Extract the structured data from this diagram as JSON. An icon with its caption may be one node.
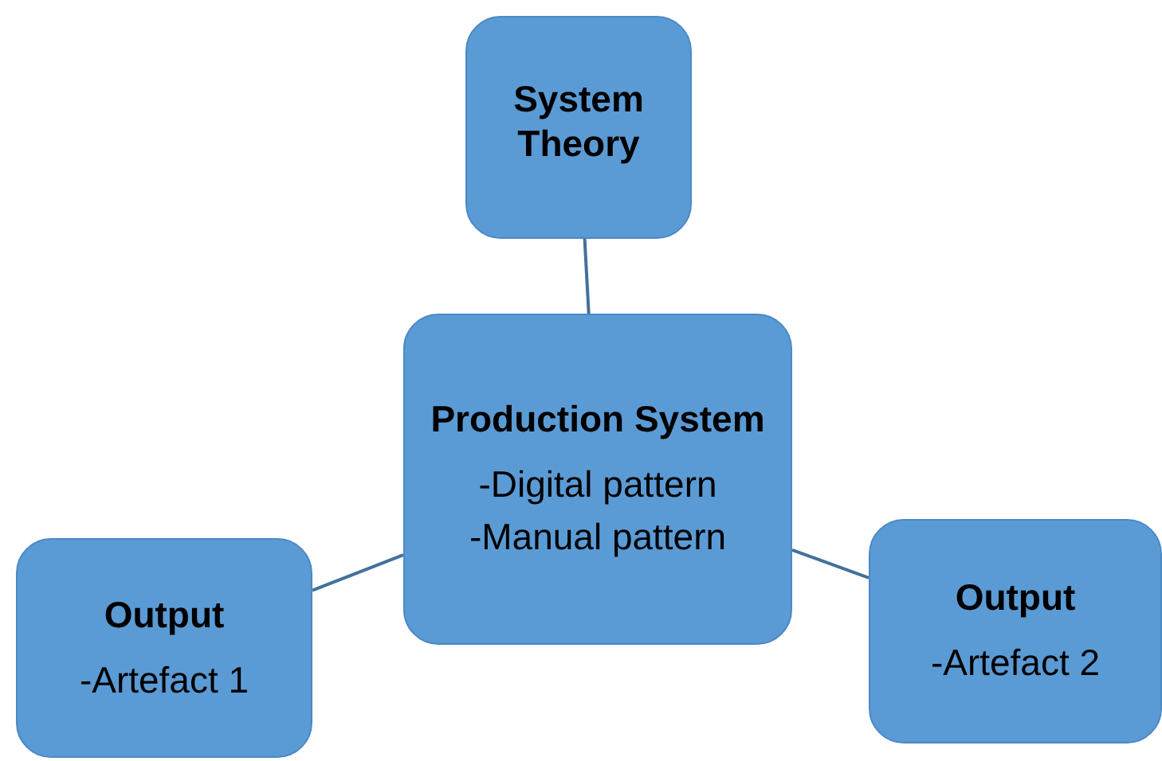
{
  "diagram": {
    "nodes": [
      {
        "text": [
          "System Theory"
        ]
      },
      {
        "text": [
          "Production System",
          "-Digital pattern",
          "-Manual pattern"
        ]
      },
      {
        "text": [
          "Output",
          "-Artefact 1"
        ]
      },
      {
        "text": [
          "Output",
          "-Artefact 2"
        ]
      }
    ],
    "edges": [
      {
        "from": 0,
        "to": 1,
        "arrow": "none"
      },
      {
        "from": 1,
        "to": 2,
        "arrow": "none"
      },
      {
        "from": 1,
        "to": 3,
        "arrow": "none"
      }
    ]
  }
}
